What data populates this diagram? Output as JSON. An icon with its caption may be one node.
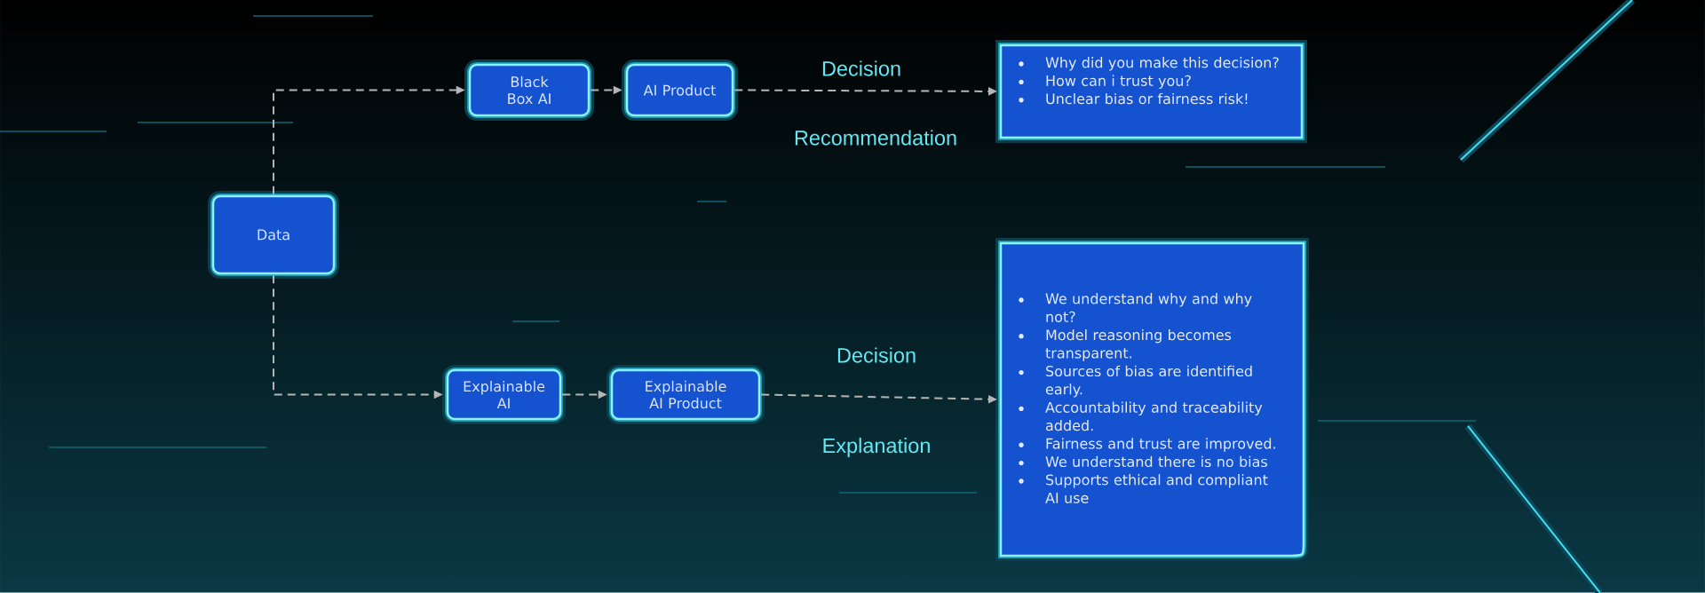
{
  "diagram": {
    "nodes": [
      {
        "text": [
          "Data"
        ]
      },
      {
        "text": [
          "Black Box AI"
        ]
      },
      {
        "text": [
          "AI Product"
        ]
      },
      {
        "text": [
          "Why did you make this decision?",
          "How can i trust you?",
          "Unclear bias or fairness risk!"
        ]
      },
      {
        "text": [
          "Explainable AI"
        ]
      },
      {
        "text": [
          "Explainable AI Product"
        ]
      },
      {
        "text": [
          "We understand why and why not?",
          "Model reasoning becomes transparent.",
          "Sources of bias are identified early.",
          "Accountability and traceability added.",
          "Fairness and trust are improved.",
          "We understand there is no bias",
          "Supports ethical and compliant AI use"
        ]
      }
    ],
    "edges": [
      {
        "from": 0,
        "to": 1,
        "arrow": "to",
        "style": "dashed"
      },
      {
        "from": 1,
        "to": 2,
        "arrow": "to",
        "style": "dashed"
      },
      {
        "from": 2,
        "to": 3,
        "arrow": "to",
        "style": "dashed"
      },
      {
        "from": 0,
        "to": 4,
        "arrow": "to",
        "style": "dashed"
      },
      {
        "from": 4,
        "to": 5,
        "arrow": "to",
        "style": "dashed"
      },
      {
        "from": 5,
        "to": 6,
        "arrow": "to",
        "style": "dashed"
      }
    ],
    "labels": [
      "Decision",
      "Recommendation",
      "Decision",
      "Explanation"
    ]
  }
}
